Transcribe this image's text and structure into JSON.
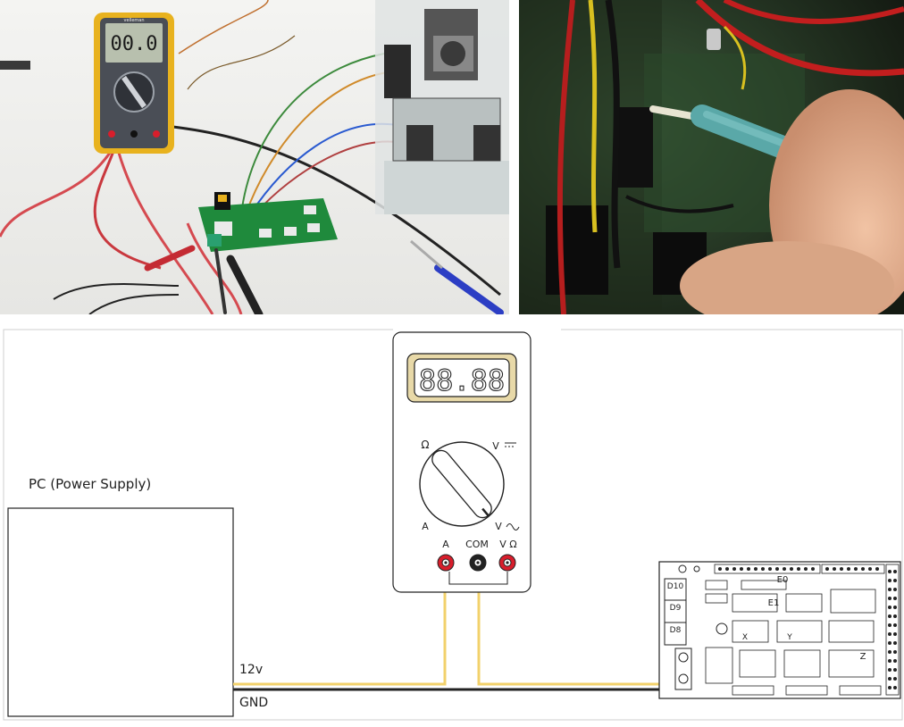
{
  "photos": {
    "left_meter_reading": "00.0",
    "left_meter_brand": "velleman"
  },
  "schematic": {
    "power_supply_label": "PC (Power Supply)",
    "wire_12v_label": "12v",
    "wire_gnd_label": "GND",
    "meter_display": "88.88",
    "dial_ohm": "Ω",
    "dial_vdc": "V",
    "dial_amp": "A",
    "dial_vac": "V",
    "jack_a": "A",
    "jack_com": "COM",
    "jack_vohm": "V Ω",
    "board_labels": {
      "d10": "D10",
      "d9": "D9",
      "d8": "D8",
      "e0": "E0",
      "e1": "E1",
      "x": "X",
      "y": "Y",
      "z": "Z"
    },
    "colors": {
      "probe_wire": "#f2d16b",
      "gnd_wire": "#222222",
      "jack_red": "#d81e2c",
      "jack_black": "#222222",
      "display_frame": "#e8d9a8"
    }
  }
}
